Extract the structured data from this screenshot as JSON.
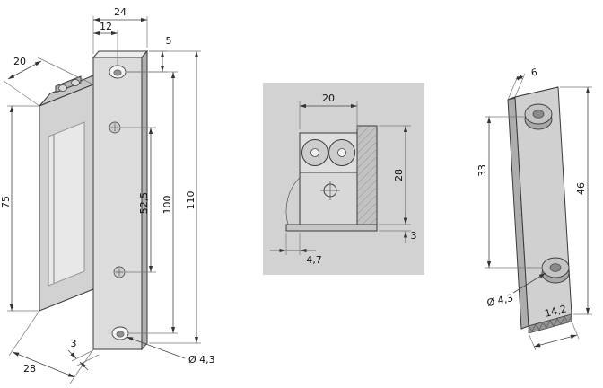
{
  "drawing": {
    "front_view": {
      "dims": {
        "plate_width": "24",
        "hole_to_edge": "12",
        "top_hole_offset": "5",
        "body_depth": "20",
        "body_height": "75",
        "screw_spacing": "52,5",
        "hole_spacing": "100",
        "plate_height": "110",
        "plate_thickness": "3",
        "total_depth": "28",
        "hole_diameter": "Ø 4,3"
      }
    },
    "section_view": {
      "dims": {
        "keeper_width": "20",
        "body_height": "28",
        "lip_thickness": "3",
        "lip_offset": "4,7"
      }
    },
    "side_view": {
      "dims": {
        "plate_thickness": "6",
        "hole_spacing": "33",
        "plate_height": "46",
        "hole_diameter": "Ø 4,3",
        "plate_width": "14,2"
      }
    },
    "colors": {
      "panel_grey": "#d2d2d2",
      "metal_light": "#dcdcdc",
      "metal_mid": "#c6c6c6",
      "metal_dark": "#b0b0b0",
      "line": "#3a3a3a"
    }
  }
}
